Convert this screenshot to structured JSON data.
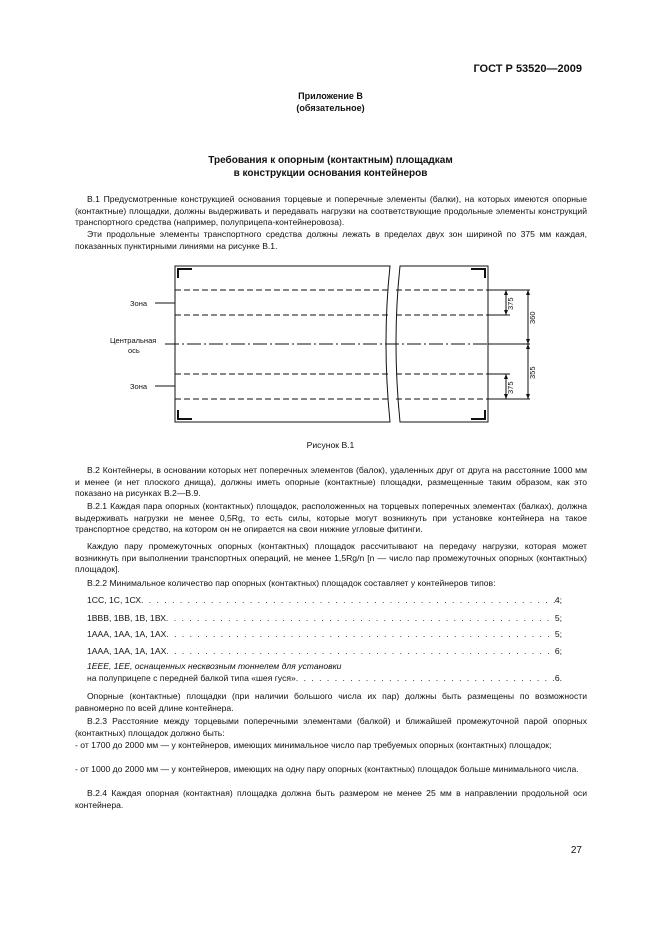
{
  "header": {
    "doc_id": "ГОСТ Р 53520—2009"
  },
  "annex": {
    "title": "Приложение В",
    "subtitle": "(обязательное)"
  },
  "section": {
    "title_line1": "Требования к опорным (контактным) площадкам",
    "title_line2": "в конструкции основания контейнеров"
  },
  "paragraphs": {
    "p1": "В.1 Предусмотренные конструкцией основания торцевые и поперечные элементы (балки), на которых име­ются опорные (контактные) площадки, должны выдерживать и передавать нагрузки на соответствующие продоль­ные элементы конструкций транспортного средства (например, полуприцепа-контейнеровоза).",
    "p2": "Эти продольные элементы транспортного средства должны лежать в пределах двух зон шириной по 375 мм каждая, показанных пунктирными линиями на рисунке В.1.",
    "p3": "В.2 Контейнеры, в основании которых нет поперечных элементов (балок), удаленных друг от друга на рас­стояние 1000 мм и менее (и нет плоского днища), должны иметь опорные (контактные) площадки, размещенные таким образом, как это показано на рисунках В.2—В.9.",
    "p4": "В.2.1 Каждая пара опорных (контактных) площадок, расположенных на торцевых поперечных элементах (балках), должна выдерживать нагрузки не менее 0,5Rg, то есть силы, которые могут возникнуть при установке контейнера на такое транспортное средство, на котором он не опирается на свои нижние угловые фитинги.",
    "p5": "Каждую пару промежуточных опорных (контактных) площадок рассчитывают на передачу нагрузки, которая может возникнуть при выполнении транспортных операций, не менее 1,5Rg/n [n — число пар промежуточных опор­ных (контактных) площадок].",
    "p6": "В.2.2 Минимальное количество пар опорных (контактных) площадок составляет у контейнеров типов:",
    "p7": "Опорные (контактные) площадки (при наличии большого числа их пар) должны быть размещены по возмож­ности равномерно по всей длине контейнера.",
    "p8": "В.2.3 Расстояние между торцевыми поперечными элементами (балкой) и ближайшей промежуточной парой опорных (контактных) площадок должно быть:",
    "p9": "- от 1700 до 2000 мм — у контейнеров, имеющих минимальное число пар требуемых опорных (контактных) площадок;",
    "p10": "- от 1000 до 2000 мм — у контейнеров, имеющих на одну пару опорных (контактных) площадок больше ми­нимального числа.",
    "p11": "В.2.4 Каждая опорная (контактная) площадка должна быть размером не менее 25 мм в направлении про­дольной оси контейнера."
  },
  "figure": {
    "caption": "Рисунок В.1",
    "label_zone_top": "Зона",
    "label_center_1": "Центральная",
    "label_center_2": "ось",
    "label_zone_bottom": "Зона",
    "dim_375_top": "375",
    "dim_360": "360",
    "dim_355": "355",
    "dim_375_bottom": "375"
  },
  "list": [
    {
      "label": "1СС, 1С, 1СХ",
      "value": "4;"
    },
    {
      "label": "1ВВВ, 1ВВ, 1В, 1ВХ",
      "value": "5;"
    },
    {
      "label": "1ААА, 1АА, 1А, 1АХ",
      "value": "5;"
    },
    {
      "label": "1ААА, 1АА, 1А, 1АХ",
      "value": "6;"
    }
  ],
  "list_last": {
    "line1": "1ЕЕЕ, 1ЕЕ, оснащенных несквозным тоннелем для установки",
    "line2": "на полуприцепе с передней балкой типа «шея гуся»",
    "value": "6."
  },
  "page_number": "27"
}
